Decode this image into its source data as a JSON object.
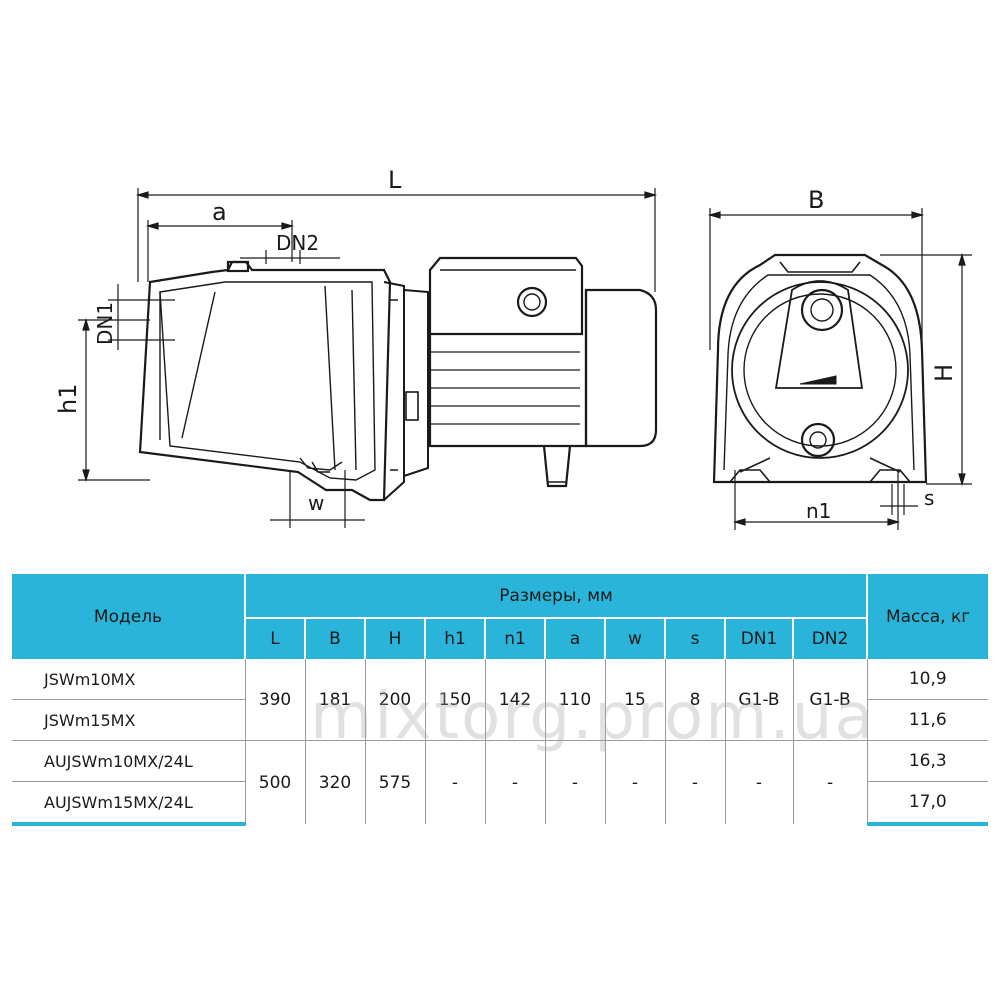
{
  "dims": {
    "L": "L",
    "a": "a",
    "DN2": "DN2",
    "DN1": "DN1",
    "h1": "h1",
    "w": "w",
    "B": "B",
    "H": "H",
    "n1": "n1",
    "s": "s"
  },
  "table": {
    "model_header": "Модель",
    "sizes_header": "Размеры, мм",
    "mass_header": "Масса, кг",
    "columns": [
      "L",
      "B",
      "H",
      "h1",
      "n1",
      "a",
      "w",
      "s",
      "DN1",
      "DN2"
    ],
    "models": [
      "JSWm10MX",
      "JSWm15MX",
      "AUJSWm10MX/24L",
      "AUJSWm15MX/24L"
    ],
    "masses": [
      "10,9",
      "11,6",
      "16,3",
      "17,0"
    ],
    "group1_values": [
      "390",
      "181",
      "200",
      "150",
      "142",
      "110",
      "15",
      "8",
      "G1-B",
      "G1-B"
    ],
    "group2_values": [
      "500",
      "320",
      "575",
      "-",
      "-",
      "-",
      "-",
      "-",
      "-",
      "-"
    ]
  },
  "watermark": "mixtorg.prom.ua",
  "colors": {
    "header_bg": "#2ab4da",
    "line": "#1a1a1a"
  }
}
